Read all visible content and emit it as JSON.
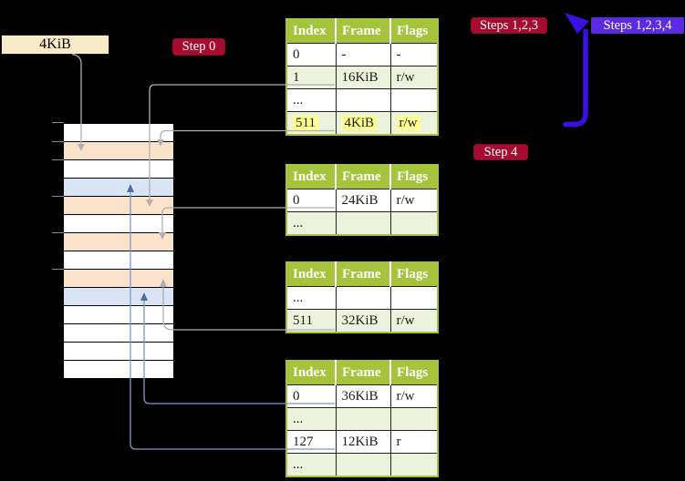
{
  "size_label": "4KiB",
  "badges": {
    "step0": "Step 0",
    "steps123": "Steps 1,2,3",
    "steps1234": "Steps 1,2,3,4",
    "step4": "Step 4"
  },
  "tables": [
    {
      "headers": [
        "Index",
        "Frame",
        "Flags"
      ],
      "rows": [
        {
          "cells": [
            "0",
            "-",
            "-"
          ]
        },
        {
          "cells": [
            "1",
            "16KiB",
            "r/w"
          ]
        },
        {
          "cells": [
            "...",
            "",
            ""
          ]
        },
        {
          "cells": [
            "511",
            "4KiB",
            "r/w"
          ]
        }
      ]
    },
    {
      "headers": [
        "Index",
        "Frame",
        "Flags"
      ],
      "rows": [
        {
          "cells": [
            "0",
            "24KiB",
            "r/w"
          ]
        },
        {
          "cells": [
            "...",
            "",
            ""
          ]
        }
      ]
    },
    {
      "headers": [
        "Index",
        "Frame",
        "Flags"
      ],
      "rows": [
        {
          "cells": [
            "...",
            "",
            ""
          ]
        },
        {
          "cells": [
            "511",
            "32KiB",
            "r/w"
          ]
        }
      ]
    },
    {
      "headers": [
        "Index",
        "Frame",
        "Flags"
      ],
      "rows": [
        {
          "cells": [
            "0",
            "36KiB",
            "r/w"
          ]
        },
        {
          "cells": [
            "...",
            "",
            ""
          ]
        },
        {
          "cells": [
            "127",
            "12KiB",
            "r"
          ]
        },
        {
          "cells": [
            "...",
            "",
            ""
          ]
        }
      ]
    }
  ],
  "memory": {
    "rows": [
      "white",
      "peach",
      "white",
      "blue",
      "peach",
      "white",
      "peach",
      "white",
      "peach",
      "blue",
      "white",
      "white",
      "white",
      "white"
    ]
  },
  "colors": {
    "background": "#000000",
    "badge_red": "#a60c30",
    "badge_blue": "#5a2be2",
    "table_header_green": "#a5c43c",
    "table_row_green": "#edf2dc",
    "row_highlight_yellow": "#ffff8d",
    "memory_peach": "#fbe3cb",
    "memory_blue": "#d9e5f5",
    "connector_gray": "#b0b0b0",
    "connector_blue": "#7d99c7",
    "loop_arrow_blue": "#3b10e4",
    "label_beige": "#faecc8"
  }
}
